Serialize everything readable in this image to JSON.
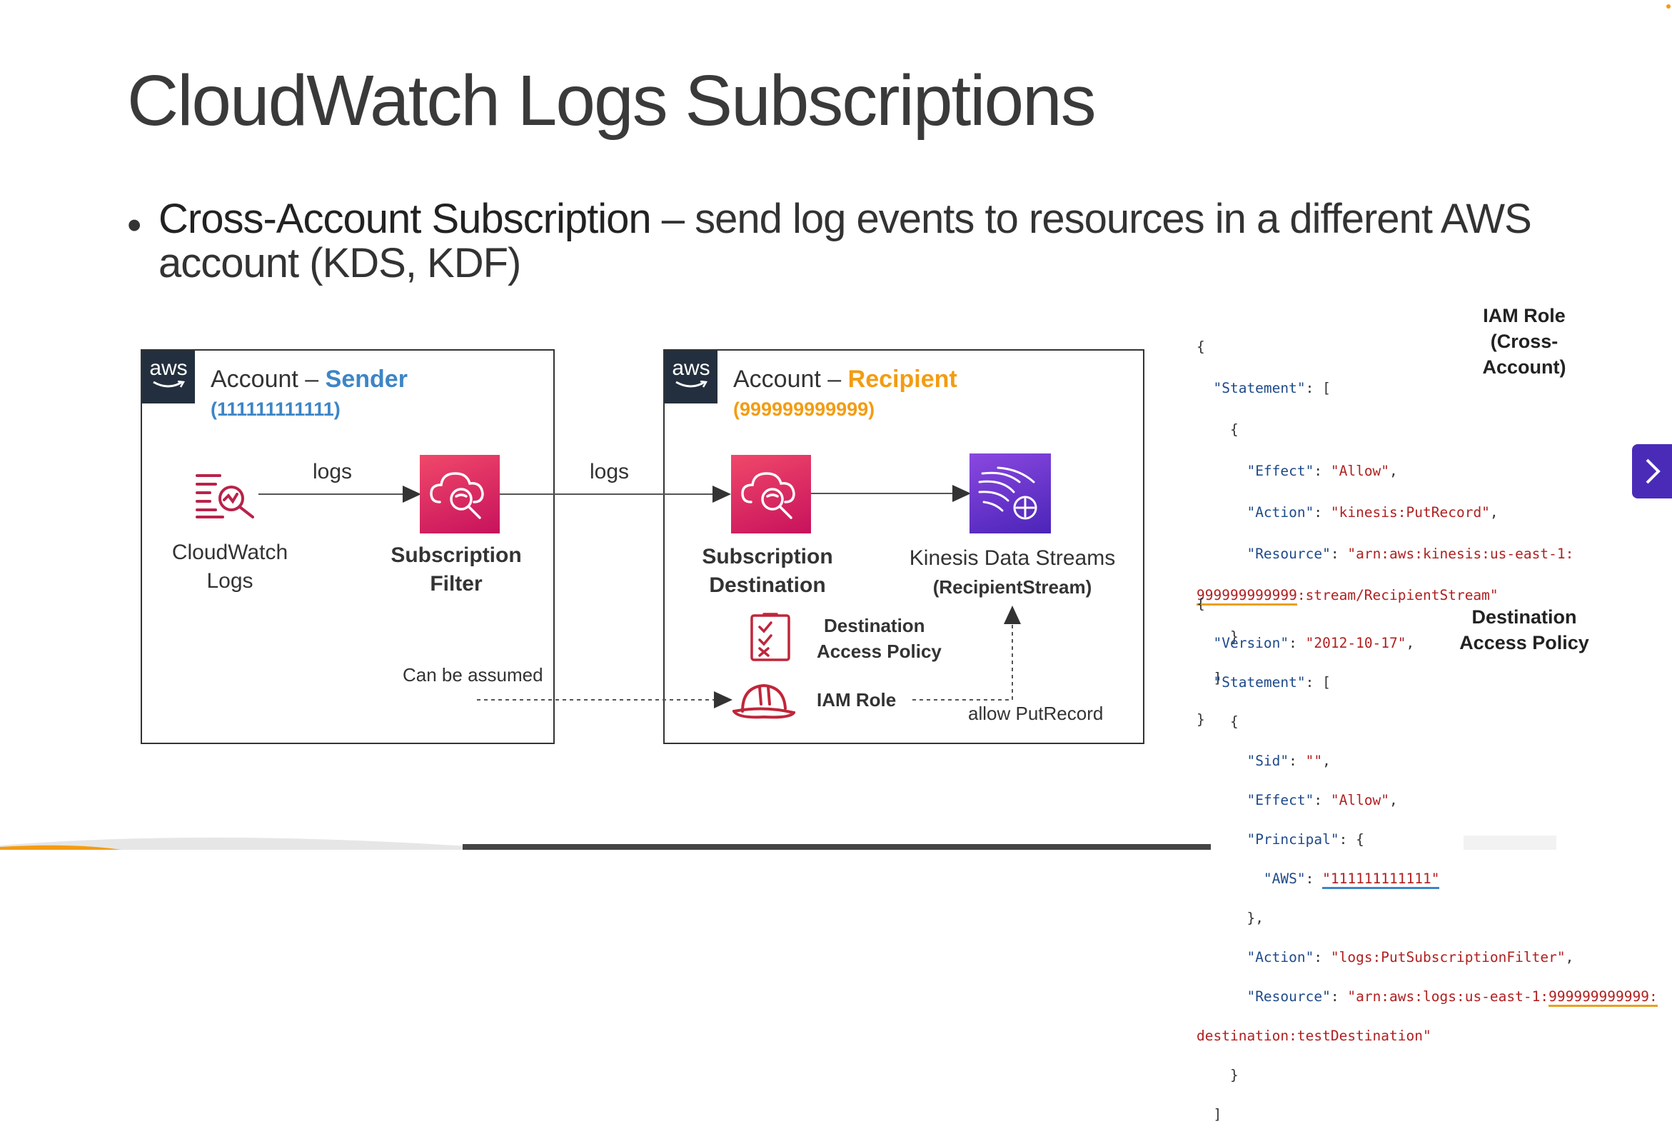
{
  "slide": {
    "title": "CloudWatch Logs Subscriptions",
    "bullet_bold": "Cross-Account Subscription",
    "bullet_rest": " – send log events to resources in a different AWS account (KDS, KDF)"
  },
  "sender": {
    "badge": "aws",
    "title_prefix": "Account – ",
    "title_name": "Sender",
    "account_id": "(111111111111)",
    "cw_logs_label_1": "CloudWatch",
    "cw_logs_label_2": "Logs",
    "filter_label_1": "Subscription",
    "filter_label_2": "Filter",
    "arrow_logs_1": "logs",
    "can_be_assumed": "Can be assumed"
  },
  "recipient": {
    "badge": "aws",
    "title_prefix": "Account – ",
    "title_name": "Recipient",
    "account_id": "(999999999999)",
    "arrow_logs_2": "logs",
    "dest_label_1": "Subscription",
    "dest_label_2": "Destination",
    "kds_label_1": "Kinesis Data Streams",
    "kds_label_2": "(RecipientStream)",
    "policy_label_1": "Destination",
    "policy_label_2": "Access Policy",
    "iam_role_label": "IAM Role",
    "allow_put": "allow PutRecord"
  },
  "iam_policy": {
    "header_1": "IAM Role",
    "header_2": "(Cross-Account)",
    "line_01": "{",
    "line_02_key": "\"Statement\"",
    "line_02_rest": ": [",
    "line_03": "{",
    "line_04_key": "\"Effect\"",
    "line_04_val": "\"Allow\"",
    "line_05_key": "\"Action\"",
    "line_05_val": "\"kinesis:PutRecord\"",
    "line_06_key": "\"Resource\"",
    "line_06_val": "\"arn:aws:kinesis:us-east-1:",
    "line_07_acct": "999999999999",
    "line_07_rest": ":stream/RecipientStream\"",
    "line_08": "}",
    "line_09": "]",
    "line_10": "}"
  },
  "dest_policy": {
    "header_1": "Destination",
    "header_2": "Access Policy",
    "line_01": "{",
    "line_02_key": "\"Version\"",
    "line_02_val": "\"2012-10-17\"",
    "line_03_key": "\"Statement\"",
    "line_03_rest": ": [",
    "line_04": "{",
    "line_05_key": "\"Sid\"",
    "line_05_val": "\"\"",
    "line_06_key": "\"Effect\"",
    "line_06_val": "\"Allow\"",
    "line_07_key": "\"Principal\"",
    "line_07_rest": ": {",
    "line_08_key": "\"AWS\"",
    "line_08_val": "\"111111111111\"",
    "line_09": "},",
    "line_10_key": "\"Action\"",
    "line_10_val": "\"logs:PutSubscriptionFilter\"",
    "line_11_key": "\"Resource\"",
    "line_11_val": "\"arn:aws:logs:us-east-1:",
    "line_11_acct": "999999999999:",
    "line_12": "destination:testDestination\"",
    "line_13": "}",
    "line_14": "]"
  },
  "icons": {
    "aws_logo": "aws-logo-icon",
    "cloudwatch_logs": "cloudwatch-logs-icon",
    "subscription_filter": "subscription-filter-icon",
    "subscription_destination": "subscription-destination-icon",
    "kinesis": "kinesis-data-streams-icon",
    "checklist": "checklist-icon",
    "hard_hat": "iam-role-hardhat-icon",
    "next": "chevron-right-icon"
  },
  "colors": {
    "sender": "#3d85c6",
    "recipient": "#f39c12",
    "pink_tile": "#d81b60",
    "purple_tile": "#6a35d0",
    "dark_red_icon": "#c0263a",
    "nav_button": "#4a2bb8"
  }
}
